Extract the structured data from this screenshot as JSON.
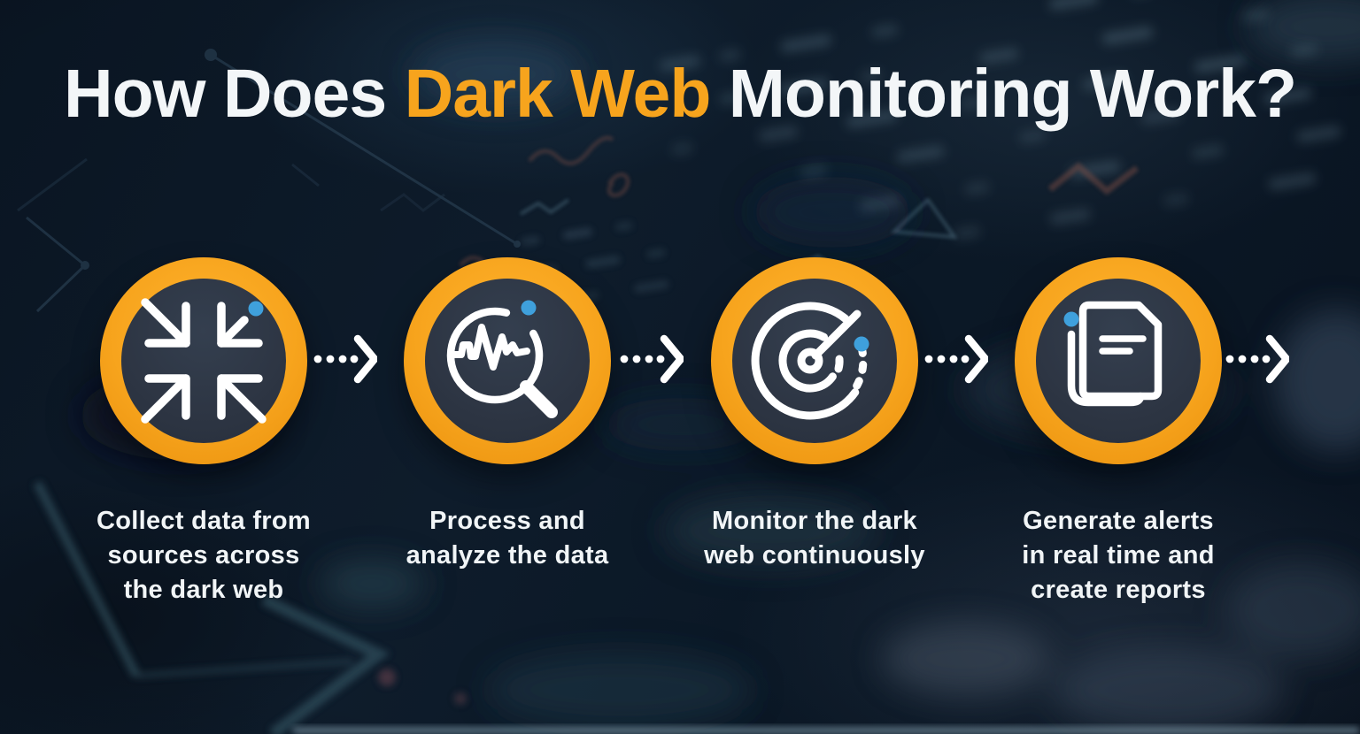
{
  "title": {
    "prefix": "How Does ",
    "highlight": "Dark Web",
    "suffix": " Monitoring Work?"
  },
  "steps": [
    {
      "id": "collect",
      "icon": "converge-arrows-icon",
      "caption_lines": [
        "Collect data from",
        "sources across",
        "the dark web"
      ]
    },
    {
      "id": "process",
      "icon": "magnifier-pulse-icon",
      "caption_lines": [
        "Process and",
        "analyze the data"
      ]
    },
    {
      "id": "monitor",
      "icon": "radar-icon",
      "caption_lines": [
        "Monitor the dark",
        "web continuously"
      ]
    },
    {
      "id": "generate",
      "icon": "documents-report-icon",
      "caption_lines": [
        "Generate alerts",
        "in real time and",
        "create reports"
      ]
    }
  ],
  "arrow": {
    "style": "dotted-arrow-right",
    "count": 4
  },
  "colors": {
    "background": "#0C1826",
    "accent_orange": "#F7A41D",
    "icon_circle_fill": "#2D3543",
    "icon_stroke": "#FFFFFF",
    "notification_dot_blue": "#3FA0DC",
    "text_white": "#F1F5F7"
  }
}
